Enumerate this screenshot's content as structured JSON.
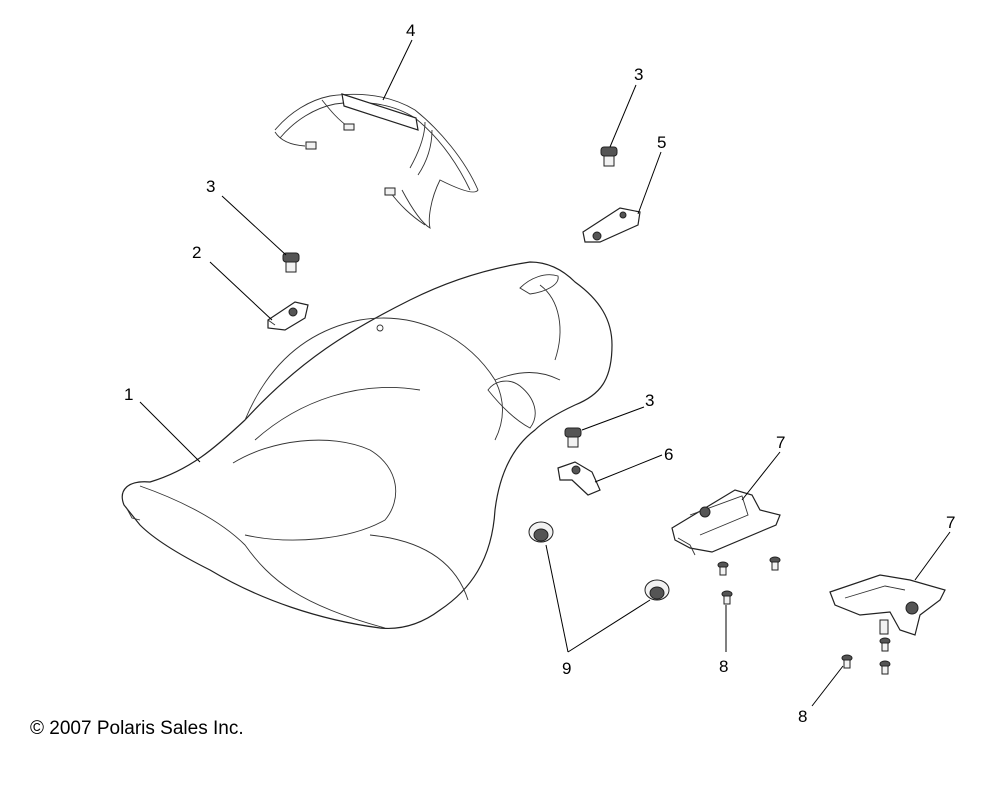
{
  "callouts": {
    "c1": "1",
    "c2": "2",
    "c3a": "3",
    "c3b": "3",
    "c3c": "3",
    "c4": "4",
    "c5": "5",
    "c6": "6",
    "c7a": "7",
    "c7b": "7",
    "c8a": "8",
    "c8b": "8",
    "c9": "9"
  },
  "copyright": "© 2007 Polaris Sales Inc."
}
